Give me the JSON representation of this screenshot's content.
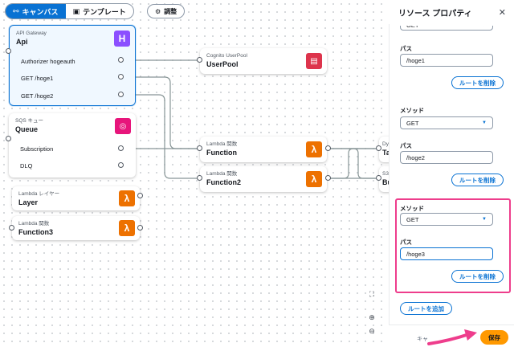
{
  "toolbar": {
    "canvas_label": "キャンバス",
    "template_label": "テンプレート",
    "adjust_label": "調整"
  },
  "nodes": {
    "api": {
      "sub": "API Gateway",
      "title": "Api",
      "routes": [
        "Authorizer hogeauth",
        "GET /hoge1",
        "GET /hoge2"
      ]
    },
    "queue": {
      "sub": "SQS キュー",
      "title": "Queue",
      "ports": [
        "Subscription",
        "DLQ"
      ]
    },
    "layer": {
      "sub": "Lambda レイヤー",
      "title": "Layer"
    },
    "function3": {
      "sub": "Lambda 関数",
      "title": "Function3"
    },
    "userpool": {
      "sub": "Cognito UserPool",
      "title": "UserPool"
    },
    "function": {
      "sub": "Lambda 関数",
      "title": "Function"
    },
    "function2": {
      "sub": "Lambda 関数",
      "title": "Function2"
    },
    "partial_top": {
      "sub": "Dy",
      "title": "Ta"
    },
    "partial_bottom": {
      "sub": "S3",
      "title": "Bu"
    }
  },
  "colors": {
    "accent": "#0972d3",
    "apigw": "#8c4fff",
    "sqs": "#e7157b",
    "lambda": "#ed7100",
    "cognito": "#dd344c",
    "save": "#ff9900",
    "highlight": "#ee3d8c"
  },
  "panel": {
    "title": "リソース プロパティ",
    "route0_method": "GET",
    "path_label": "パス",
    "method_label": "メソッド",
    "route1_path": "/hoge1",
    "remove_route_label": "ルートを削除",
    "route2_method": "GET",
    "route2_path": "/hoge2",
    "route3_method": "GET",
    "route3_path": "/hoge3",
    "add_route_label": "ルートを追加",
    "footer_hint": "キャ",
    "save_label": "保存"
  }
}
